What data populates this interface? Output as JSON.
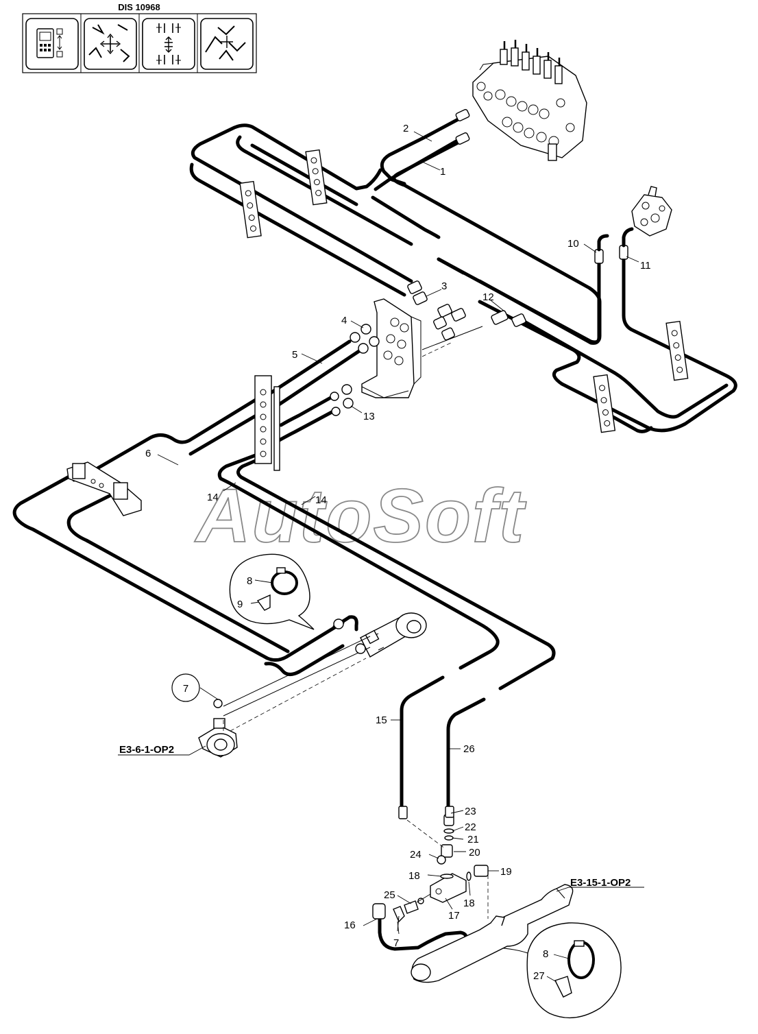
{
  "header": {
    "drawing_number": "DIS 10968"
  },
  "icons": [
    {
      "name": "control-unit-icon"
    },
    {
      "name": "boom-movement-icon"
    },
    {
      "name": "cylinder-arrows-icon"
    },
    {
      "name": "boom-positions-icon"
    }
  ],
  "watermark": "AutoSoft",
  "references": {
    "cylinder_ref": "E3-6-1-OP2",
    "arm_ref": "E3-15-1-OP2"
  },
  "callouts": {
    "c1": "1",
    "c2": "2",
    "c3": "3",
    "c4": "4",
    "c5": "5",
    "c6": "6",
    "c7_circle": "7",
    "c7": "7",
    "c8a": "8",
    "c8b": "8",
    "c9": "9",
    "c10": "10",
    "c11": "11",
    "c12": "12",
    "c13": "13",
    "c14a": "14",
    "c14b": "14",
    "c15": "15",
    "c16": "16",
    "c17": "17",
    "c18a": "18",
    "c18b": "18",
    "c19": "19",
    "c20": "20",
    "c21": "21",
    "c22": "22",
    "c23": "23",
    "c24": "24",
    "c25": "25",
    "c26": "26",
    "c27": "27"
  }
}
